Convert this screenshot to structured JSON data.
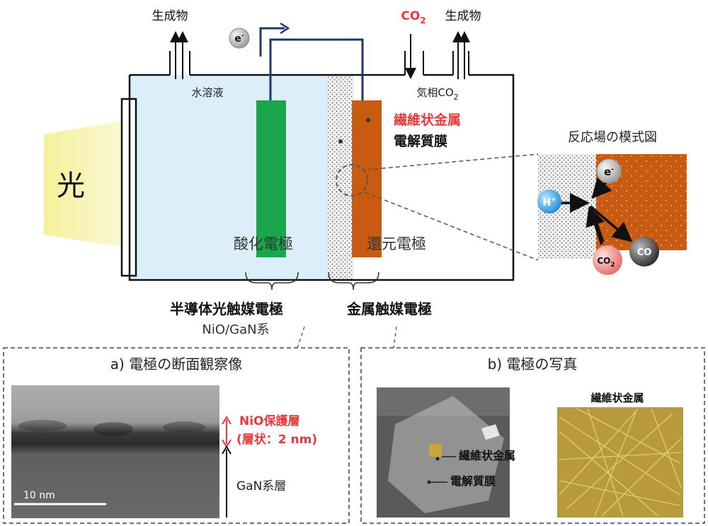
{
  "top": {
    "product_left": "生成物",
    "product_right": "生成物",
    "co2_text": "CO",
    "co2_sub": "2",
    "electron_label": "e",
    "electron_sup": "-"
  },
  "cell": {
    "water_label": "水溶液",
    "gas_label": "気相CO",
    "gas_sub": "2",
    "fiber_metal_label": "繊維状金属",
    "membrane_label": "電解質膜",
    "oxidation_label": "酸化電極",
    "reduction_label": "還元電極",
    "light_label": "光"
  },
  "captions": {
    "semiconductor": "半導体光触媒電極",
    "semiconductor_sub": "NiO/GaN系",
    "metal": "金属触媒電極"
  },
  "inset": {
    "title": "反応場の模式図",
    "h_label": "H",
    "h_sup": "+",
    "e_label": "e",
    "e_sup": "-",
    "co2_label": "CO",
    "co2_sub": "2",
    "co_label": "CO"
  },
  "panel_a": {
    "title": "a) 電極の断面観察像",
    "nio_label": "NiO保護層",
    "nio_detail": "(層状：2 nm)",
    "gan_label": "GaN系層",
    "scale_label": "10  nm"
  },
  "panel_b": {
    "title": "b) 電極の写真",
    "fiber_title": "繊維状金属",
    "photo_fiber_label": "繊維状金属",
    "photo_membrane_label": "電解質膜"
  },
  "colors": {
    "water": "#dbeefa",
    "light": "#f7f3a8",
    "oxidation_electrode": "#1aa64a",
    "reduction_electrode": "#c85a12",
    "wire": "#1b3a6b",
    "accent_red": "#e83a3a"
  }
}
